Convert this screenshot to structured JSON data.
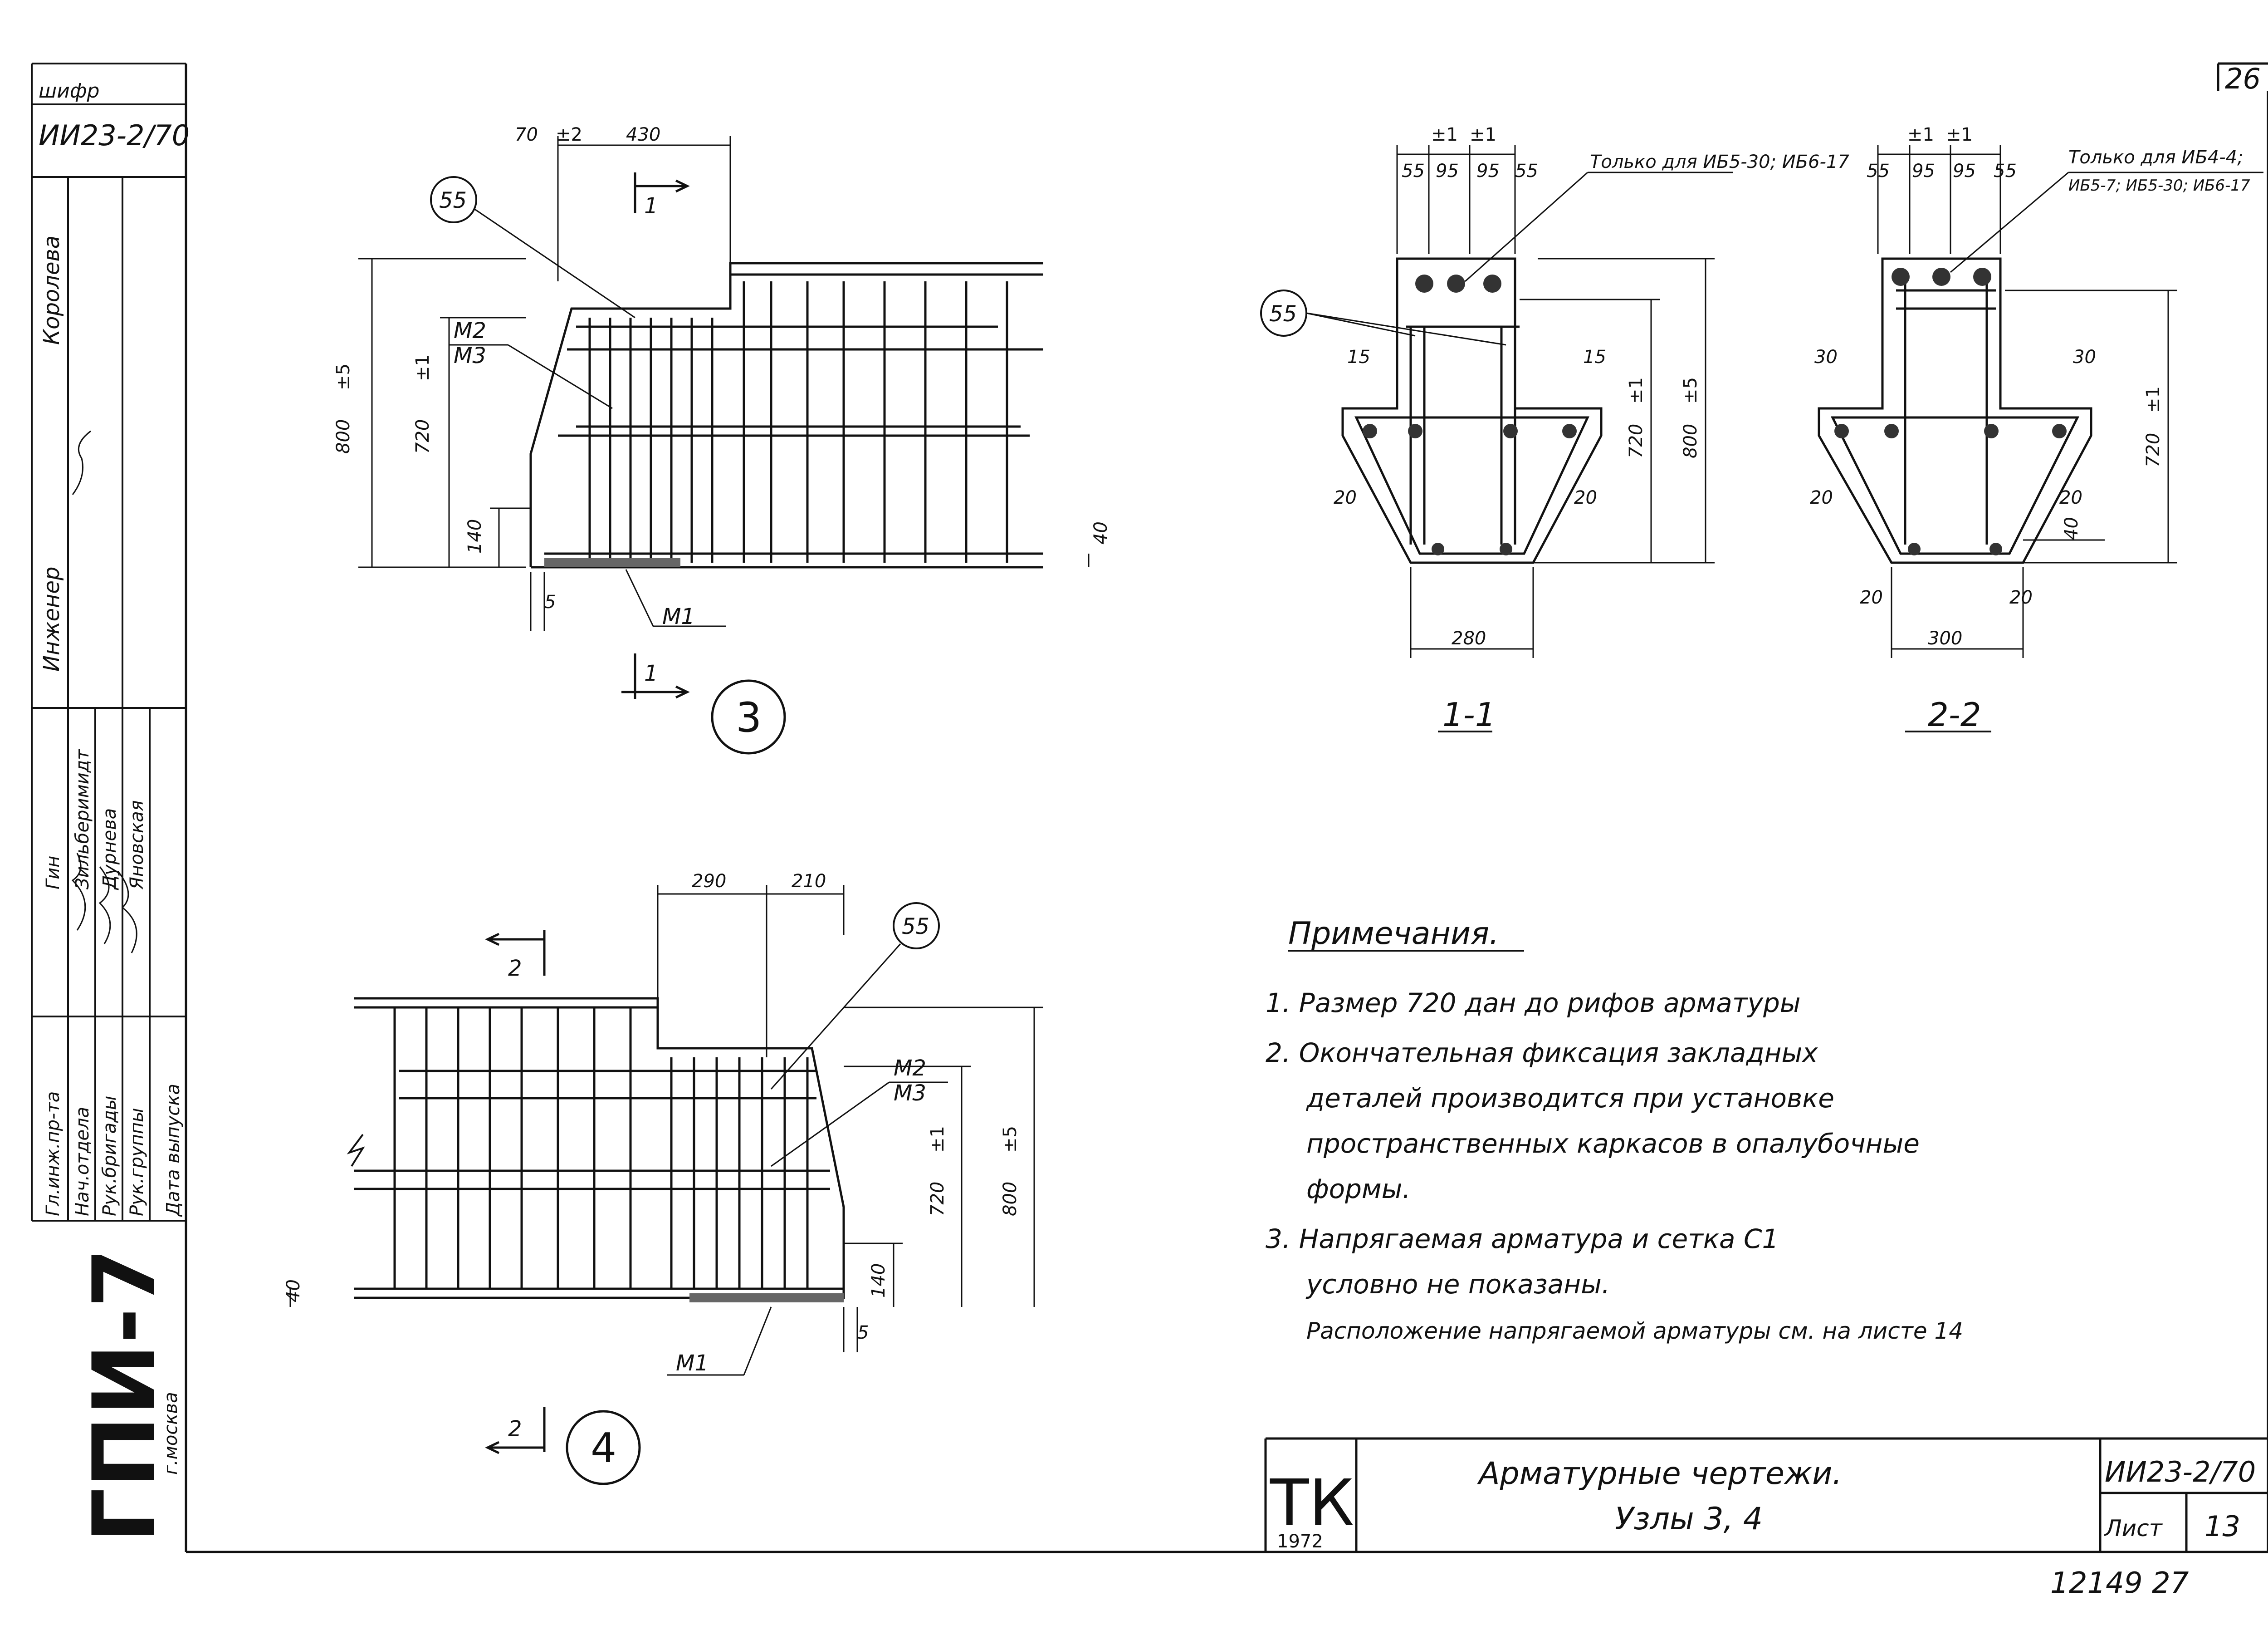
{
  "sheet_number": "26",
  "stamp": {
    "cipher_label": "шифр",
    "code": "ИИ23-2/70",
    "roles": [
      "Гл.инж.пр-та",
      "Нач.отдела",
      "Рук.бригады",
      "Рук.группы",
      "Дата выпуска"
    ],
    "names": [
      "Гин",
      "Зильберимидт",
      "Дурнева",
      "Яновская"
    ],
    "engineer_label": "Инженер",
    "engineer_name": "Королева",
    "org": "ГПИ-7",
    "city": "г.москва"
  },
  "node3": {
    "section_mark": "1",
    "marker": "55",
    "bars": [
      "М2",
      "М3",
      "М1"
    ],
    "label": "3",
    "dims": {
      "top_a": "70",
      "top_b": "430",
      "tol_a": "±2",
      "tol_b": "±5",
      "tol_c": "±1",
      "h_800": "800",
      "h_720": "720",
      "h_140": "140",
      "h_40": "40",
      "b_5": "5"
    }
  },
  "node4": {
    "section_mark": "2",
    "marker": "55",
    "bars": [
      "М2",
      "М3",
      "М1"
    ],
    "label": "4",
    "dims": {
      "top_a": "290",
      "top_b": "210",
      "tol_a": "±1",
      "tol_b": "±5",
      "h_720": "720",
      "h_800": "800",
      "h_140": "140",
      "h_40": "40",
      "b_5": "5"
    }
  },
  "section11": {
    "title": "1-1",
    "note": "Только для ИБ5-30; ИБ6-17",
    "marker": "55",
    "dims": {
      "t1": "55",
      "t2": "95",
      "t3": "95",
      "t4": "55",
      "s_l": "15",
      "s_r": "15",
      "c_l": "20",
      "c_r": "20",
      "bottom": "280",
      "h720": "720",
      "h800": "800",
      "tol1": "±1",
      "tol5": "±5"
    }
  },
  "section22": {
    "title": "2-2",
    "note_l1": "Только для ИБ4-4;",
    "note_l2": "ИБ5-7; ИБ5-30; ИБ6-17",
    "dims": {
      "t1": "55",
      "t2": "95",
      "t3": "95",
      "t4": "55",
      "s_l": "30",
      "s_r": "30",
      "c_l": "20",
      "c_r": "20",
      "b_l": "20",
      "b_r": "20",
      "bottom": "300",
      "h720": "720",
      "h40": "40",
      "tol1": "±1"
    }
  },
  "notes": {
    "title": "Примечания.",
    "lines": [
      "1. Размер 720 дан до рифов арматуры",
      "2. Окончательная фиксация закладных",
      "деталей производится при установке",
      "пространственных каркасов в опалубочные",
      "формы.",
      "3. Напрягаемая арматура и сетка С1",
      "условно не показаны.",
      "Расположение напрягаемой арматуры см. на листе 14"
    ]
  },
  "title_block": {
    "logo": "ТК",
    "year": "1972",
    "line1": "Арматурные чертежи.",
    "line2": "Узлы 3, 4",
    "code": "ИИ23-2/70",
    "sheet_label": "Лист",
    "sheet_no": "13"
  },
  "archive_no": "12149 27"
}
